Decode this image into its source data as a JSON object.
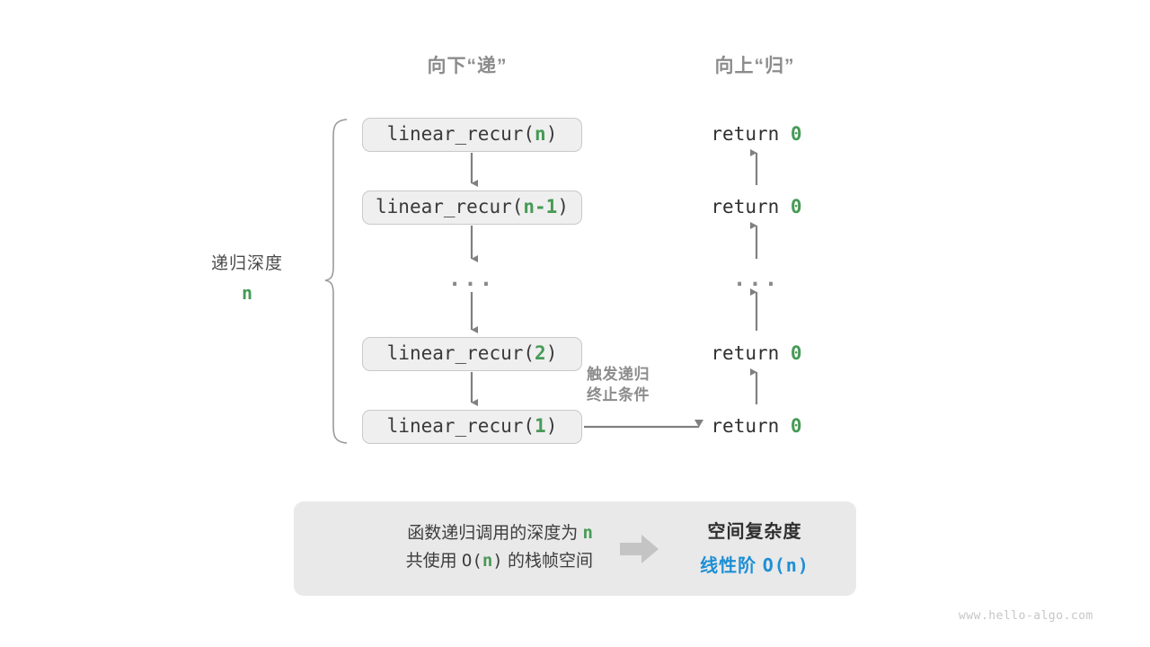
{
  "headings": {
    "down": "向下“递”",
    "up": "向上“归”"
  },
  "call_stack": {
    "boxes": [
      {
        "prefix": "linear_recur(",
        "arg": "n",
        "suffix": ")"
      },
      {
        "prefix": "linear_recur(",
        "arg": "n-1",
        "suffix": ")"
      },
      {
        "ellipsis": "..."
      },
      {
        "prefix": "linear_recur(",
        "arg": "2",
        "suffix": ")"
      },
      {
        "prefix": "linear_recur(",
        "arg": "1",
        "suffix": ")"
      }
    ]
  },
  "returns": {
    "items": [
      {
        "text": "return ",
        "value": "0"
      },
      {
        "text": "return ",
        "value": "0"
      },
      {
        "ellipsis": "..."
      },
      {
        "text": "return ",
        "value": "0"
      },
      {
        "text": "return ",
        "value": "0"
      }
    ]
  },
  "depth": {
    "title": "递归深度",
    "value": "n"
  },
  "trigger_note": {
    "line1": "触发递归",
    "line2": "终止条件"
  },
  "summary": {
    "left_line1_text": "函数递归调用的深度为 ",
    "left_line1_var": "n",
    "left_line2_a": "共使用 ",
    "left_line2_big_o": "O(",
    "left_line2_var": "n",
    "left_line2_close": ")",
    "left_line2_b": " 的栈帧空间",
    "arrow": "right-block-arrow",
    "right_title": "空间复杂度",
    "right_value_label": "线性阶 ",
    "right_value_expr": "O(n)"
  },
  "watermark": "www.hello-algo.com",
  "colors": {
    "green": "#479a56",
    "blue": "#1e8fd5",
    "gray_text": "#8c8c8c",
    "box_fill": "#efefef",
    "box_border": "#c9c9c9",
    "panel_fill": "#e9e9e9",
    "arrow": "#808080"
  }
}
